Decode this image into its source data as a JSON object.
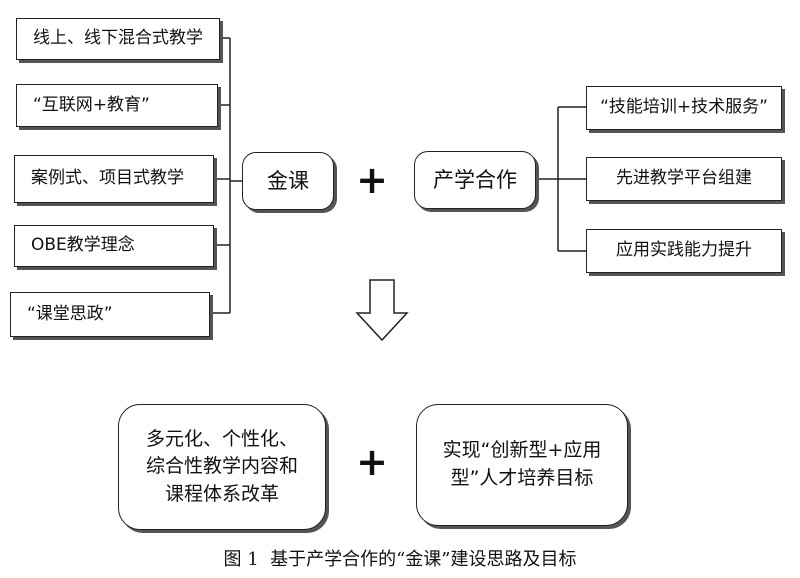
{
  "left_items": [
    "线上、线下混合式教学",
    "“互联网+教育”",
    "案例式、项目式教学",
    "OBE教学理念",
    "“课堂思政”"
  ],
  "jinke_label": "金课",
  "plus_symbol": "+",
  "chanxue_label": "产学合作",
  "right_items": [
    "“技能培训+技术服务”",
    "先进教学平台组建",
    "应用实践能力提升"
  ],
  "outcome_left": [
    "多元化、个性化、",
    "综合性教学内容和",
    "课程体系改革"
  ],
  "outcome_right": [
    "实现“创新型+应用",
    "型”人才培养目标"
  ],
  "caption": {
    "figure_label": "图 1",
    "text": "基于产学合作的“金课”建设思路及目标"
  }
}
